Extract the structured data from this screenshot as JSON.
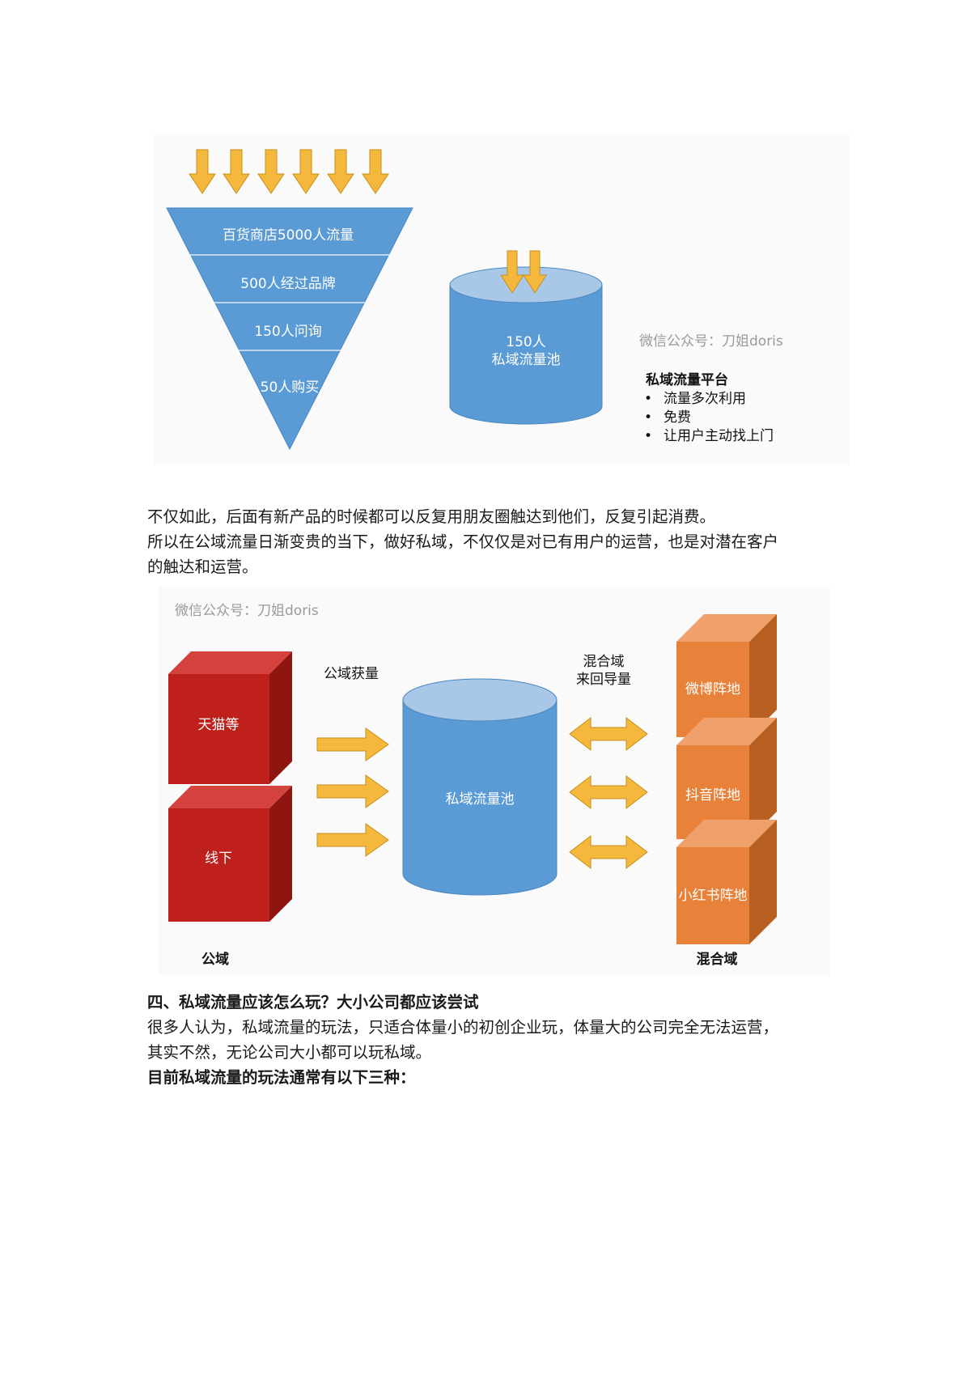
{
  "figure1": {
    "funnel_levels": [
      "百货商店5000人流量",
      "500人经过品牌",
      "150人问询",
      "50人购买"
    ],
    "pool_line1": "150人",
    "pool_line2": "私域流量池",
    "watermark": "微信公众号：刀姐doris",
    "platform_title": "私域流量平台",
    "platform_bullets": [
      "流量多次利用",
      "免费",
      "让用户主动找上门"
    ]
  },
  "paragraph1": {
    "lines": [
      "不仅如此，后面有新产品的时候都可以反复用朋友圈触达到他们，反复引起消费。",
      "所以在公域流量日渐变贵的当下，做好私域，不仅仅是对已有用户的运营，也是对潜在客户",
      "的触达和运营。"
    ]
  },
  "figure2": {
    "watermark": "微信公众号：刀姐doris",
    "public_boxes": [
      "天猫等",
      "线下"
    ],
    "public_arrow_label": "公域获量",
    "pool_label": "私域流量池",
    "mixed_arrow_label_line1": "混合域",
    "mixed_arrow_label_line2": "来回导量",
    "mixed_boxes": [
      "微博阵地",
      "抖音阵地",
      "小红书阵地"
    ],
    "public_caption": "公域",
    "mixed_caption": "混合域",
    "colors": {
      "red_box": "#c0201c",
      "orange_box": "#e8823a",
      "pool_blue": "#5b9bd5",
      "arrow_yellow": "#f4b83c"
    }
  },
  "section4": {
    "heading": "四、私域流量应该怎么玩？大小公司都应该尝试",
    "body_lines": [
      "很多人认为，私域流量的玩法，只适合体量小的初创企业玩，体量大的公司完全无法运营，",
      "其实不然，无论公司大小都可以玩私域。"
    ],
    "subheading": "目前私域流量的玩法通常有以下三种："
  }
}
